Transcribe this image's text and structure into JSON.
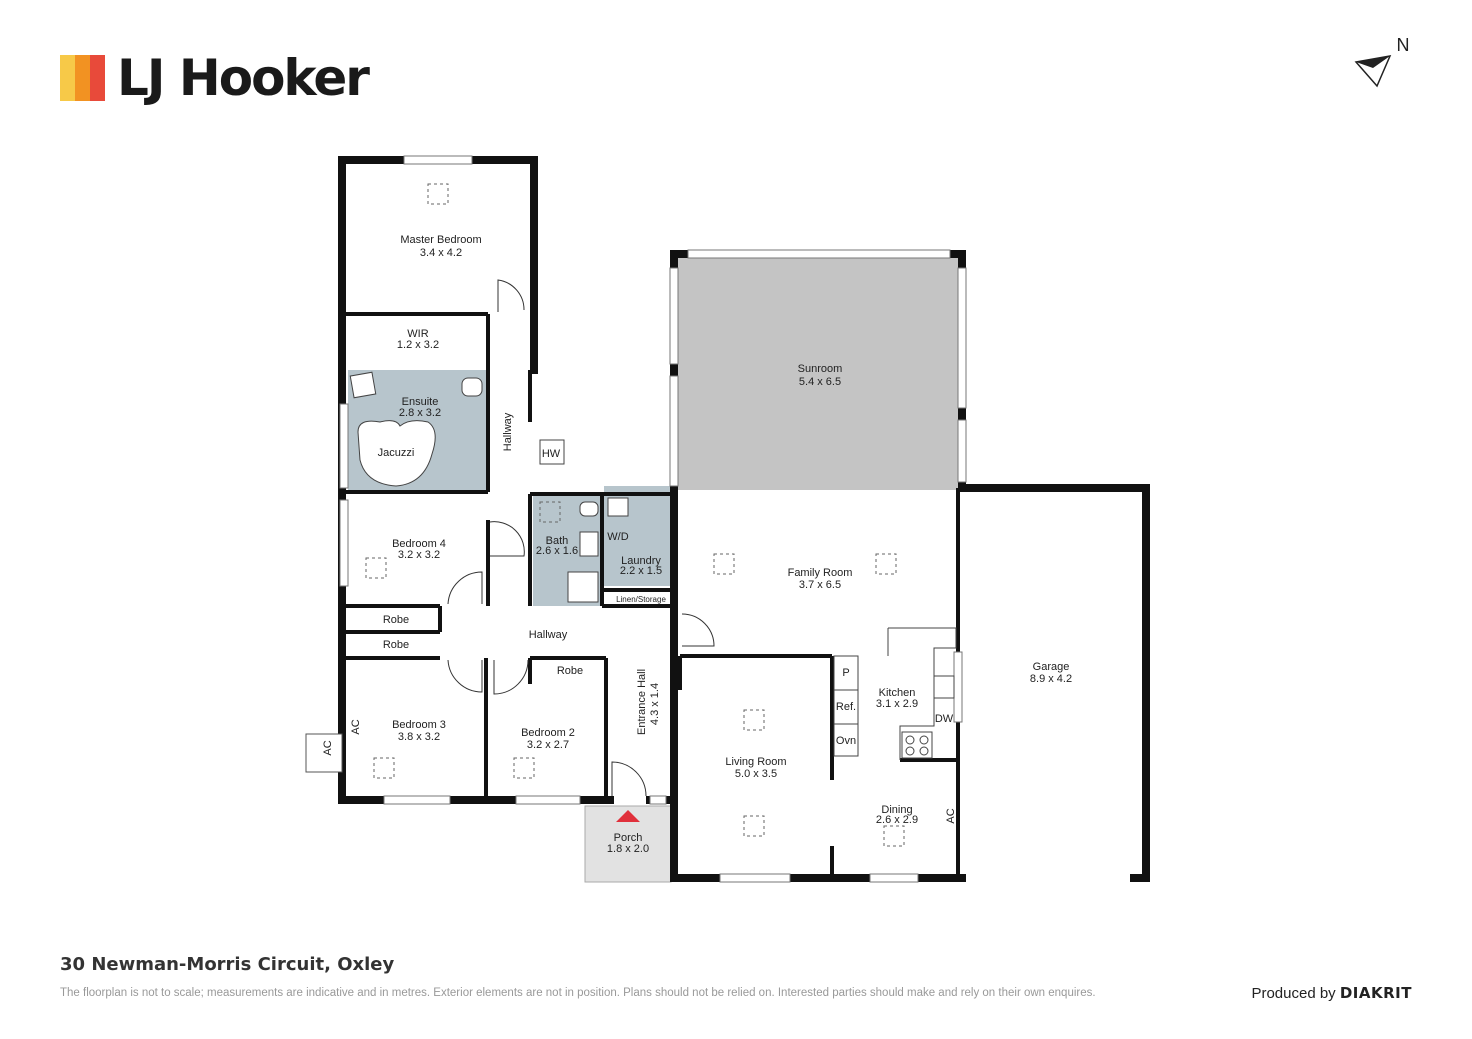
{
  "brand": {
    "name": "LJ Hooker",
    "colors": [
      "#f7c948",
      "#f29222",
      "#e84a3a"
    ]
  },
  "compass": {
    "label": "N"
  },
  "rooms": {
    "master_bedroom": {
      "name": "Master Bedroom",
      "size": "3.4 x 4.2"
    },
    "wir": {
      "name": "WIR",
      "size": "1.2 x 3.2"
    },
    "ensuite": {
      "name": "Ensuite",
      "size": "2.8 x 3.2"
    },
    "jacuzzi": {
      "name": "Jacuzzi"
    },
    "hallway_vertical": {
      "name": "Hallway"
    },
    "hw": {
      "name": "HW"
    },
    "sunroom": {
      "name": "Sunroom",
      "size": "5.4 x 6.5"
    },
    "bath": {
      "name": "Bath",
      "size": "2.6 x 1.6"
    },
    "wd": {
      "name": "W/D"
    },
    "laundry": {
      "name": "Laundry",
      "size": "2.2 x 1.5"
    },
    "linen": {
      "name": "Linen/Storage"
    },
    "bedroom4": {
      "name": "Bedroom 4",
      "size": "3.2 x 3.2"
    },
    "family_room": {
      "name": "Family Room",
      "size": "3.7 x 6.5"
    },
    "robe1": {
      "name": "Robe"
    },
    "robe2": {
      "name": "Robe"
    },
    "robe3": {
      "name": "Robe"
    },
    "hallway": {
      "name": "Hallway"
    },
    "entrance_hall": {
      "name": "Entrance Hall",
      "size": "4.3 x 1.4"
    },
    "bedroom3": {
      "name": "Bedroom 3",
      "size": "3.8 x 3.2"
    },
    "bedroom2": {
      "name": "Bedroom 2",
      "size": "3.2 x 2.7"
    },
    "living_room": {
      "name": "Living Room",
      "size": "5.0 x 3.5"
    },
    "kitchen": {
      "name": "Kitchen",
      "size": "3.1 x 2.9"
    },
    "pantry": {
      "name": "P"
    },
    "ref": {
      "name": "Ref."
    },
    "oven": {
      "name": "Ovn"
    },
    "dw": {
      "name": "DW"
    },
    "dining": {
      "name": "Dining",
      "size": "2.6 x 2.9"
    },
    "garage": {
      "name": "Garage",
      "size": "8.9 x 4.2"
    },
    "porch": {
      "name": "Porch",
      "size": "1.8 x 2.0"
    },
    "ac_outside": {
      "name": "AC"
    },
    "ac_bedroom3": {
      "name": "AC"
    },
    "ac_dining": {
      "name": "AC"
    }
  },
  "colors": {
    "wall": "#111111",
    "wet_area": "#b7c5cc",
    "sunroom_fill": "#c4c4c4",
    "porch_fill": "#e2e2e2",
    "entry_marker": "#e0303b"
  },
  "footer": {
    "address": "30 Newman-Morris Circuit, Oxley",
    "disclaimer": "The floorplan is not to scale; measurements are indicative and in metres. Exterior elements are not in position. Plans should not be relied on. Interested parties should make and rely on their own enquires.",
    "produced_by": "Produced by",
    "producer": "DIAKRIT"
  }
}
